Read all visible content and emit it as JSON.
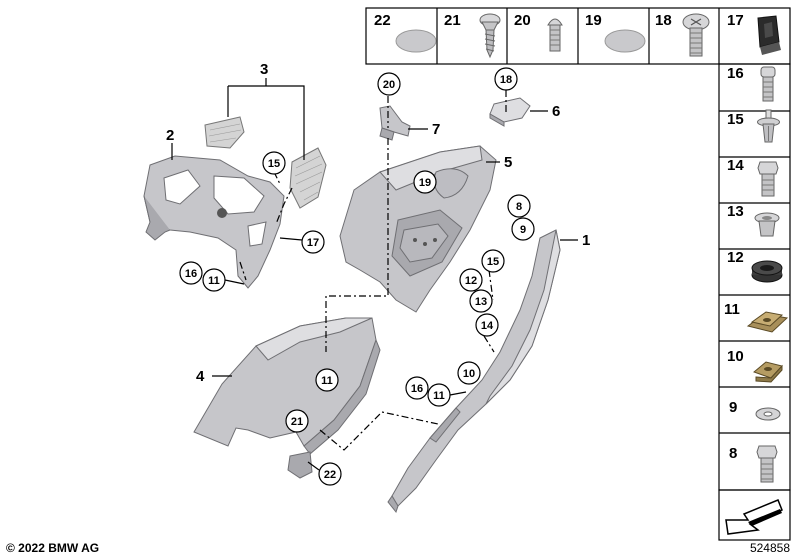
{
  "labels": {
    "part_1": "1",
    "part_2": "2",
    "part_3": "3",
    "part_4": "4",
    "part_5": "5",
    "part_6": "6",
    "part_7": "7"
  },
  "callouts": {
    "c20": "20",
    "c18": "18",
    "c15a": "15",
    "c17": "17",
    "c16a": "16",
    "c11a": "11",
    "c19": "19",
    "c8": "8",
    "c9": "9",
    "c12": "12",
    "c15b": "15",
    "c13": "13",
    "c14": "14",
    "c11b": "11",
    "c10": "10",
    "c16b": "16",
    "c11c": "11",
    "c21": "21",
    "c22": "22"
  },
  "top_row": [
    {
      "id": "22",
      "icon": "seal-disc-icon"
    },
    {
      "id": "21",
      "icon": "self-tapping-screw-icon"
    },
    {
      "id": "20",
      "icon": "oval-head-screw-icon"
    },
    {
      "id": "19",
      "icon": "seal-disc-icon"
    },
    {
      "id": "18",
      "icon": "flat-head-screw-icon"
    },
    {
      "id": "17",
      "icon": "rubber-buffer-icon"
    }
  ],
  "right_column": [
    {
      "id": "16",
      "icon": "collar-screw-icon"
    },
    {
      "id": "15",
      "icon": "expanding-rivet-icon"
    },
    {
      "id": "14",
      "icon": "hex-bolt-icon"
    },
    {
      "id": "13",
      "icon": "spacer-sleeve-icon"
    },
    {
      "id": "12",
      "icon": "rubber-grommet-icon"
    },
    {
      "id": "11",
      "icon": "clip-nut-icon"
    },
    {
      "id": "10",
      "icon": "spring-nut-icon"
    },
    {
      "id": "9",
      "icon": "washer-icon"
    },
    {
      "id": "8",
      "icon": "hex-screw-icon"
    }
  ],
  "footer": {
    "copyright": "© 2022 BMW AG",
    "diagram_number": "524858"
  }
}
